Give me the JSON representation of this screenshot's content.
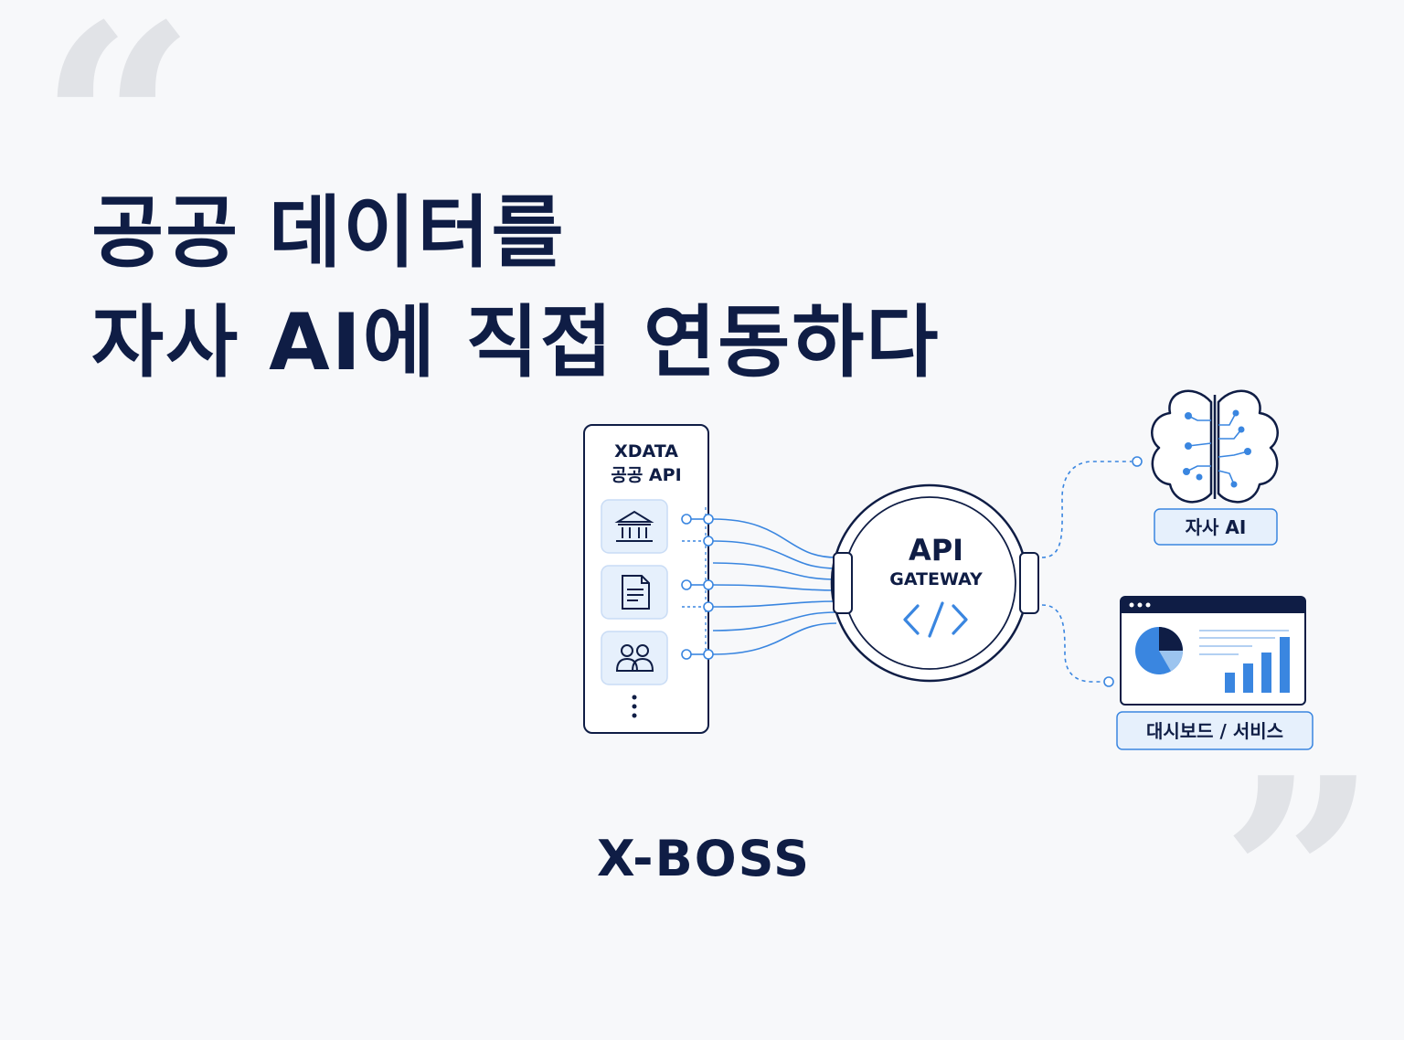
{
  "decor": {
    "open_quote": "“",
    "close_quote": "”"
  },
  "headline": {
    "line1": "공공 데이터를",
    "line2": "자사 AI에 직접 연동하다"
  },
  "source_panel": {
    "title_line1": "XDATA",
    "title_line2": "공공 API",
    "items": [
      {
        "icon": "government-building-icon"
      },
      {
        "icon": "document-icon"
      },
      {
        "icon": "users-icon"
      }
    ],
    "more_icon": "vertical-ellipsis-icon"
  },
  "gateway": {
    "title": "API",
    "subtitle": "GATEWAY",
    "icon": "code-icon"
  },
  "targets": {
    "ai": {
      "label": "자사 AI",
      "icon": "brain-circuit-icon"
    },
    "dashboard": {
      "label": "대시보드 / 서비스",
      "icon": "dashboard-chart-icon"
    }
  },
  "brand": {
    "name": "X-BOSS"
  },
  "colors": {
    "navy": "#0f1d45",
    "blue": "#3a86e0",
    "light_blue": "#e6f0fc",
    "quote_gray": "#e1e3e7"
  }
}
